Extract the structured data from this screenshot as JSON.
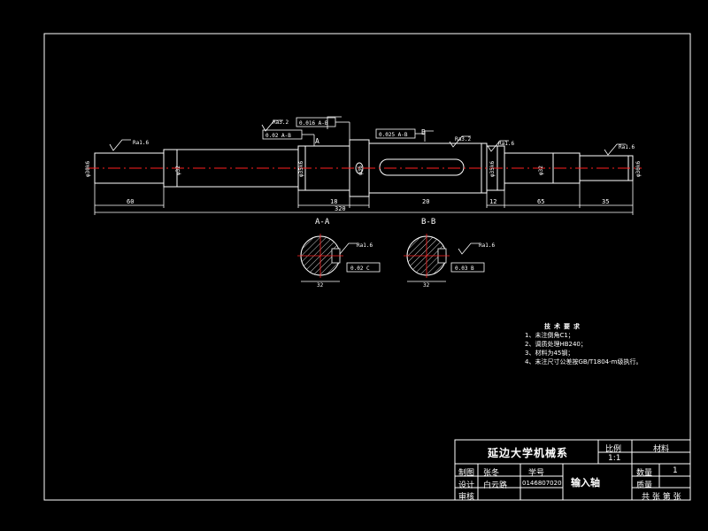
{
  "drawing": {
    "section_labels": {
      "a": "A-A",
      "b": "B-B"
    },
    "cut_markers": {
      "a": "A",
      "b": "B"
    },
    "roughness": [
      "Ra1.6",
      "Ra3.2",
      "Ra3.2",
      "Ra1.6",
      "Ra1.6",
      "Ra1.6",
      "Ra1.6"
    ],
    "diameters": [
      "φ30k6",
      "φ32",
      "φ35k6",
      "φ36",
      "φ35k6",
      "φ32",
      "φ30k6"
    ],
    "lengths": [
      "60",
      "18",
      "320",
      "20",
      "12",
      "65",
      "35"
    ],
    "section_widths": {
      "a": "32",
      "b": "32"
    },
    "tolerance_frames": {
      "top_left_1": "0.016 A-B",
      "top_left_2": "0.02 A-B",
      "top_right": "0.025 A-B",
      "section_a": "0.02 C",
      "section_b": "0.03 B"
    }
  },
  "notes": {
    "heading": "技术要求",
    "items": [
      "1、未注倒角C1；",
      "2、调质处理HB240；",
      "3、材料为45钢；",
      "4、未注尺寸公差按GB/T1804-m级执行。"
    ]
  },
  "title_block": {
    "institution": "延边大学机械系",
    "scale_label": "比例",
    "scale_value": "1:1",
    "material_label": "材料",
    "drawn_label": "制图",
    "drawn_name": "张冬",
    "student_no_label": "学号",
    "design_label": "设计",
    "design_name": "白云路",
    "student_no": "0146807020",
    "review_label": "审核",
    "part_name": "输入轴",
    "quantity_label": "数量",
    "quantity_value": "1",
    "weight_label": "质量",
    "sheet_label": "共 张 第 张"
  },
  "colors": {
    "line": "#ffffff",
    "centerline": "#ff2020",
    "background": "#000000"
  }
}
